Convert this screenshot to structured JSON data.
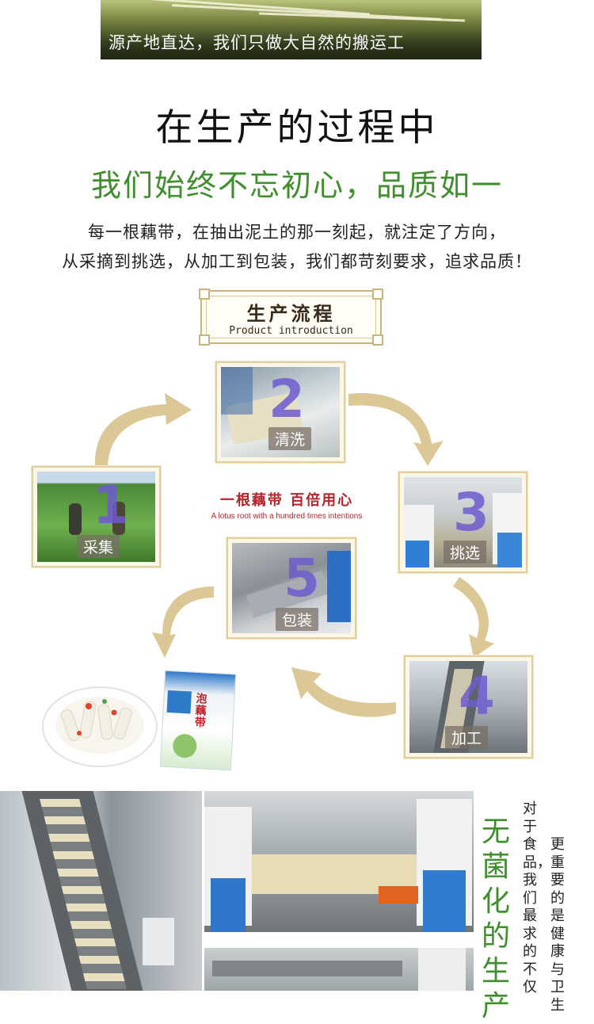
{
  "banner": {
    "caption": "源产地直达，我们只做大自然的搬运工"
  },
  "heading": {
    "title": "在生产的过程中",
    "subtitle": "我们始终不忘初心，品质如一",
    "line1": "每一根藕带，在抽出泥土的那一刻起，就注定了方向，",
    "line2": "从采摘到挑选，从加工到包装，我们都苛刻要求，追求品质！"
  },
  "process": {
    "title": "生产流程",
    "subtitle": "Product introduction",
    "slogan_cn": "一根藕带 百倍用心",
    "slogan_en": "A lotus root with a hundred times intentions",
    "steps": [
      {
        "number": "1",
        "label": "采集"
      },
      {
        "number": "2",
        "label": "清洗"
      },
      {
        "number": "3",
        "label": "挑选"
      },
      {
        "number": "4",
        "label": "加工"
      },
      {
        "number": "5",
        "label": "包装"
      }
    ],
    "package_text": "泡藕带"
  },
  "bottom": {
    "side_title": "无菌化的生产",
    "vertical_line1": "对于食品，我们最求的不仅",
    "vertical_line2": "更重要的是健康与卫生"
  },
  "colors": {
    "accent_green": "#3f8f2c",
    "gold": "#d9c48e",
    "step_number": "#6e5bd0",
    "slogan_red": "#b5242a"
  }
}
